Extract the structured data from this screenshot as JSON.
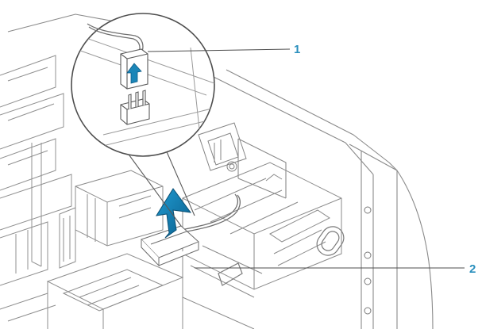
{
  "callouts": [
    {
      "id": "1",
      "label": "1"
    },
    {
      "id": "2",
      "label": "2"
    }
  ],
  "colors": {
    "line": "#7d7d7d",
    "accent": "#1b86b8",
    "callout": "#2a8fbd",
    "background": "#ffffff"
  }
}
